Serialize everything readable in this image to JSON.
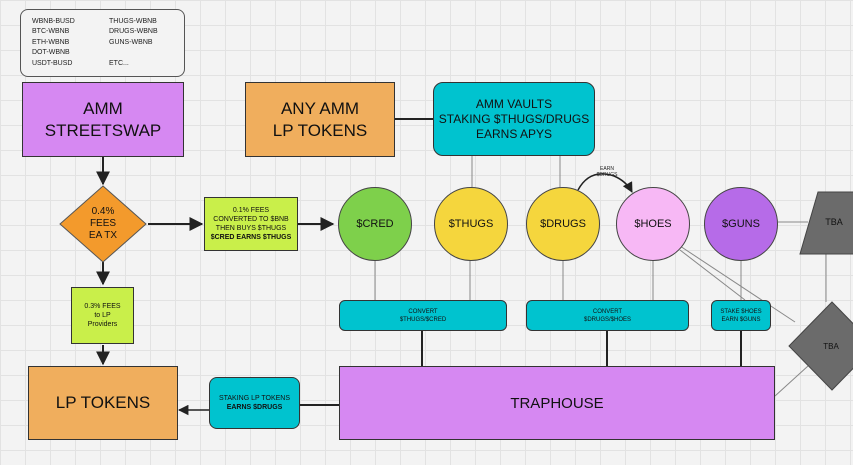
{
  "pairs": {
    "left": [
      "WBNB-BUSD",
      "BTC-WBNB",
      "ETH-WBNB",
      "DOT-WBNB",
      "USDT-BUSD"
    ],
    "right": [
      "THUGS-WBNB",
      "DRUGS-WBNB",
      "GUNS-WBNB",
      "",
      "ETC..."
    ]
  },
  "amm_streetswap": {
    "line1": "AMM",
    "line2": "STREETSWAP"
  },
  "any_amm": {
    "line1": "ANY AMM",
    "line2": "LP TOKENS"
  },
  "amm_vaults": {
    "line1": "AMM VAULTS",
    "line2": "STAKING $THUGS/DRUGS",
    "line3": "EARNS APYS"
  },
  "fees_diamond": {
    "line1": "0.4%",
    "line2": "FEES",
    "line3": "EA TX"
  },
  "fees_box": {
    "line1": "0.1% FEES",
    "line2": "CONVERTED TO $BNB",
    "line3": "THEN BUYS $THUGS",
    "line4": "$CRED EARNS $THUGS"
  },
  "lp_fees": {
    "line1": "0.3% FEES",
    "line2": "to LP",
    "line3": "Providers"
  },
  "tokens": {
    "cred": "$CRED",
    "thugs": "$THUGS",
    "drugs": "$DRUGS",
    "hoes": "$HOES",
    "guns": "$GUNS"
  },
  "earn_drugs": {
    "line1": "EARN",
    "line2": "$DRUGS"
  },
  "tba_top": "TBA",
  "tba_diamond": "TBA",
  "convert_thugs": {
    "line1": "CONVERT",
    "line2": "$THUGS/$CRED"
  },
  "convert_drugs": {
    "line1": "CONVERT",
    "line2": "$DRUGS/$HOES"
  },
  "stake_hoes": {
    "line1": "STAKE $HOES",
    "line2": "EARN $GUNS"
  },
  "lp_tokens": "LP TOKENS",
  "staking_lp": {
    "line1": "STAKING LP TOKENS",
    "line2": "EARNS $DRUGS"
  },
  "traphouse": "TRAPHOUSE",
  "colors": {
    "purple": "#d688f2",
    "orange": "#f0ae5d",
    "teal": "#00c3cf",
    "lime": "#c9ef4a",
    "green": "#7ed04b",
    "yellow": "#f5d63d",
    "pink": "#f7b8f5",
    "violet": "#b66be8",
    "gray": "#6b6b6b"
  }
}
